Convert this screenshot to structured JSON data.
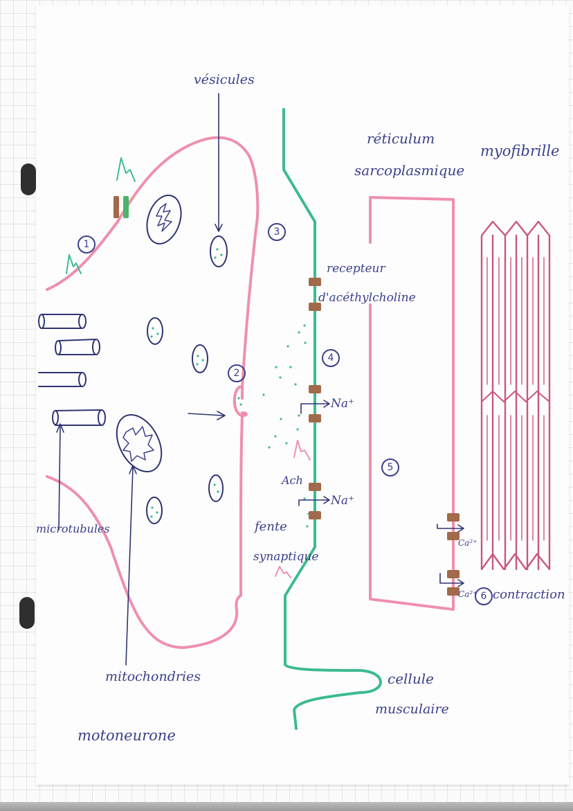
{
  "diagram": {
    "type": "hand-drawn neuromuscular junction",
    "colors": {
      "neuron_membrane": "#ef8fae",
      "muscle_membrane": "#3dbb8e",
      "ink": "#3b3f8a",
      "receptor": "#a2694a",
      "myofibril": "#c9577d",
      "action_potential_green": "#3dbb8e",
      "action_potential_pink": "#ef8fae"
    },
    "labels": {
      "vesicules": "vésicules",
      "reticulum_line1": "réticulum",
      "reticulum_line2": "sarcoplasmique",
      "myofibrille": "myofibrille",
      "recepteur_line1": "recepteur",
      "recepteur_line2": "d'acéthylcholine",
      "na_top": "Na⁺",
      "na_bottom": "Na⁺",
      "ach": "Ach",
      "fente_line1": "fente",
      "fente_line2": "synaptique",
      "ca_top": "Ca²⁺",
      "ca_bottom": "Ca²⁺",
      "contraction": "contraction",
      "microtubules": "microtubules",
      "mitochondries": "mitochondries",
      "motoneurone": "motoneurone",
      "cellule_line1": "cellule",
      "cellule_line2": "musculaire"
    },
    "steps": [
      "1",
      "2",
      "3",
      "4",
      "5",
      "6"
    ]
  }
}
